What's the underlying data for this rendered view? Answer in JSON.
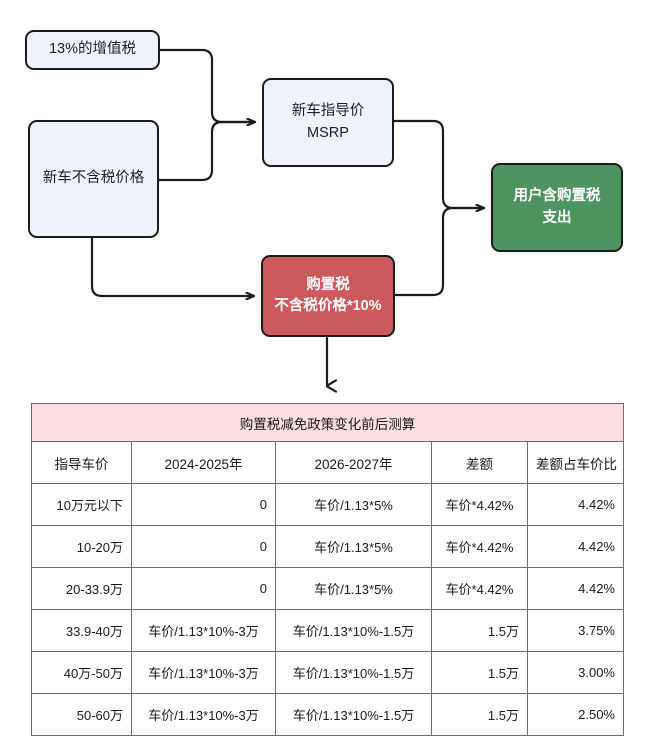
{
  "flow": {
    "nodes": [
      {
        "id": "vat",
        "label": "13%的增值税",
        "color": "#eef2fa",
        "text_color": "#1f1f1f"
      },
      {
        "id": "netprice",
        "label": "新车不含税价格",
        "color": "#eef2fa",
        "text_color": "#1f1f1f"
      },
      {
        "id": "msrp",
        "label": "新车指导价\nMSRP",
        "color": "#eef2fa",
        "text_color": "#1f1f1f"
      },
      {
        "id": "purchase",
        "label": "购置税\n不含税价格*10%",
        "color": "#cc5a5c",
        "text_color": "#ffffff"
      },
      {
        "id": "user",
        "label": "用户含购置税\n支出",
        "color": "#4d9460",
        "text_color": "#ffffff"
      }
    ],
    "edges": [
      {
        "from": "vat",
        "to": "msrp"
      },
      {
        "from": "netprice",
        "to": "msrp"
      },
      {
        "from": "netprice",
        "to": "purchase"
      },
      {
        "from": "msrp",
        "to": "user"
      },
      {
        "from": "purchase",
        "to": "user"
      },
      {
        "from": "purchase",
        "to": "calc-table"
      }
    ],
    "line_color": "#1c1c1c"
  },
  "table": {
    "title": "购置税减免政策变化前后测算",
    "title_bg": "#fbdedf",
    "columns": [
      "指导车价",
      "2024-2025年",
      "2026-2027年",
      "差额",
      "差额占车价比"
    ],
    "rows": [
      {
        "price_range": "10万元以下",
        "period_2024_2025": "0",
        "period_2026_2027": "车价/1.13*5%",
        "difference": "车价*4.42%",
        "diff_ratio": "4.42%"
      },
      {
        "price_range": "10-20万",
        "period_2024_2025": "0",
        "period_2026_2027": "车价/1.13*5%",
        "difference": "车价*4.42%",
        "diff_ratio": "4.42%"
      },
      {
        "price_range": "20-33.9万",
        "period_2024_2025": "0",
        "period_2026_2027": "车价/1.13*5%",
        "difference": "车价*4.42%",
        "diff_ratio": "4.42%"
      },
      {
        "price_range": "33.9-40万",
        "period_2024_2025": "车价/1.13*10%-3万",
        "period_2026_2027": "车价/1.13*10%-1.5万",
        "difference": "1.5万",
        "diff_ratio": "3.75%"
      },
      {
        "price_range": "40万-50万",
        "period_2024_2025": "车价/1.13*10%-3万",
        "period_2026_2027": "车价/1.13*10%-1.5万",
        "difference": "1.5万",
        "diff_ratio": "3.00%"
      },
      {
        "price_range": "50-60万",
        "period_2024_2025": "车价/1.13*10%-3万",
        "period_2026_2027": "车价/1.13*10%-1.5万",
        "difference": "1.5万",
        "diff_ratio": "2.50%"
      }
    ]
  }
}
